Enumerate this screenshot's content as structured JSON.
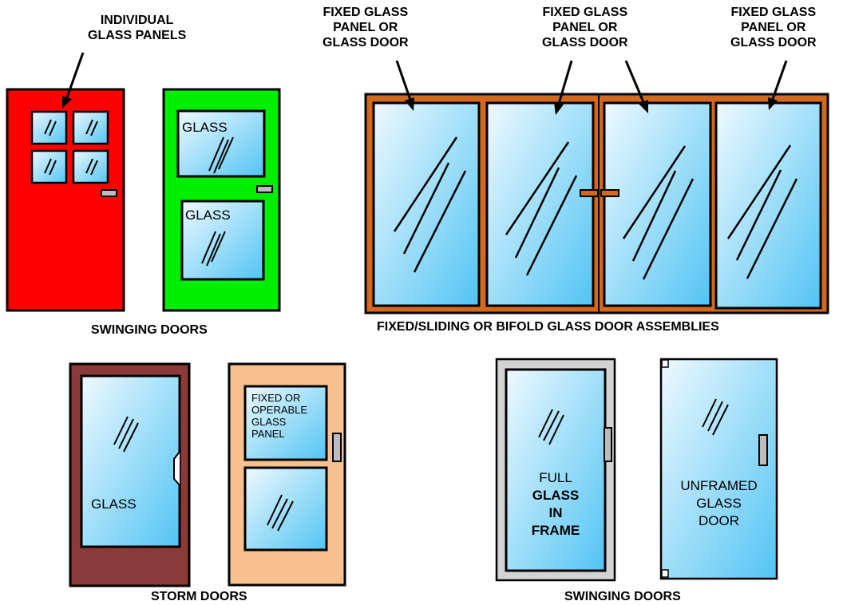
{
  "labels": {
    "individual_panels": [
      "INDIVIDUAL",
      "GLASS PANELS"
    ],
    "fixed_panel_1": [
      "FIXED GLASS",
      "PANEL OR",
      "GLASS DOOR"
    ],
    "fixed_panel_2": [
      "FIXED GLASS",
      "PANEL OR",
      "GLASS DOOR"
    ],
    "fixed_panel_3": [
      "FIXED GLASS",
      "PANEL OR",
      "GLASS DOOR"
    ],
    "swinging_doors_top": "SWINGING DOORS",
    "assemblies_caption": "FIXED/SLIDING OR BIFOLD GLASS DOOR ASSEMBLIES",
    "storm_doors": "STORM DOORS",
    "swinging_doors_bottom": "SWINGING DOORS"
  },
  "glass_text": {
    "green_upper": "GLASS",
    "green_lower": "GLASS",
    "storm_glass": "GLASS",
    "peach_panel": [
      "FIXED OR",
      "OPERABLE",
      "GLASS",
      "PANEL"
    ],
    "full_frame": [
      "FULL",
      "GLASS",
      "IN",
      "FRAME"
    ],
    "unframed": [
      "UNFRAMED",
      "GLASS",
      "DOOR"
    ]
  },
  "colors": {
    "red_door": "#ff0000",
    "green_door": "#00ee00",
    "orange_frame": "#d2691e",
    "storm_frame": "#8b3a3a",
    "peach_frame": "#f6c08f",
    "grey_frame": "#d3d3d3",
    "glass_light": "#e8f6ff",
    "glass_dark": "#5fc8f5"
  }
}
